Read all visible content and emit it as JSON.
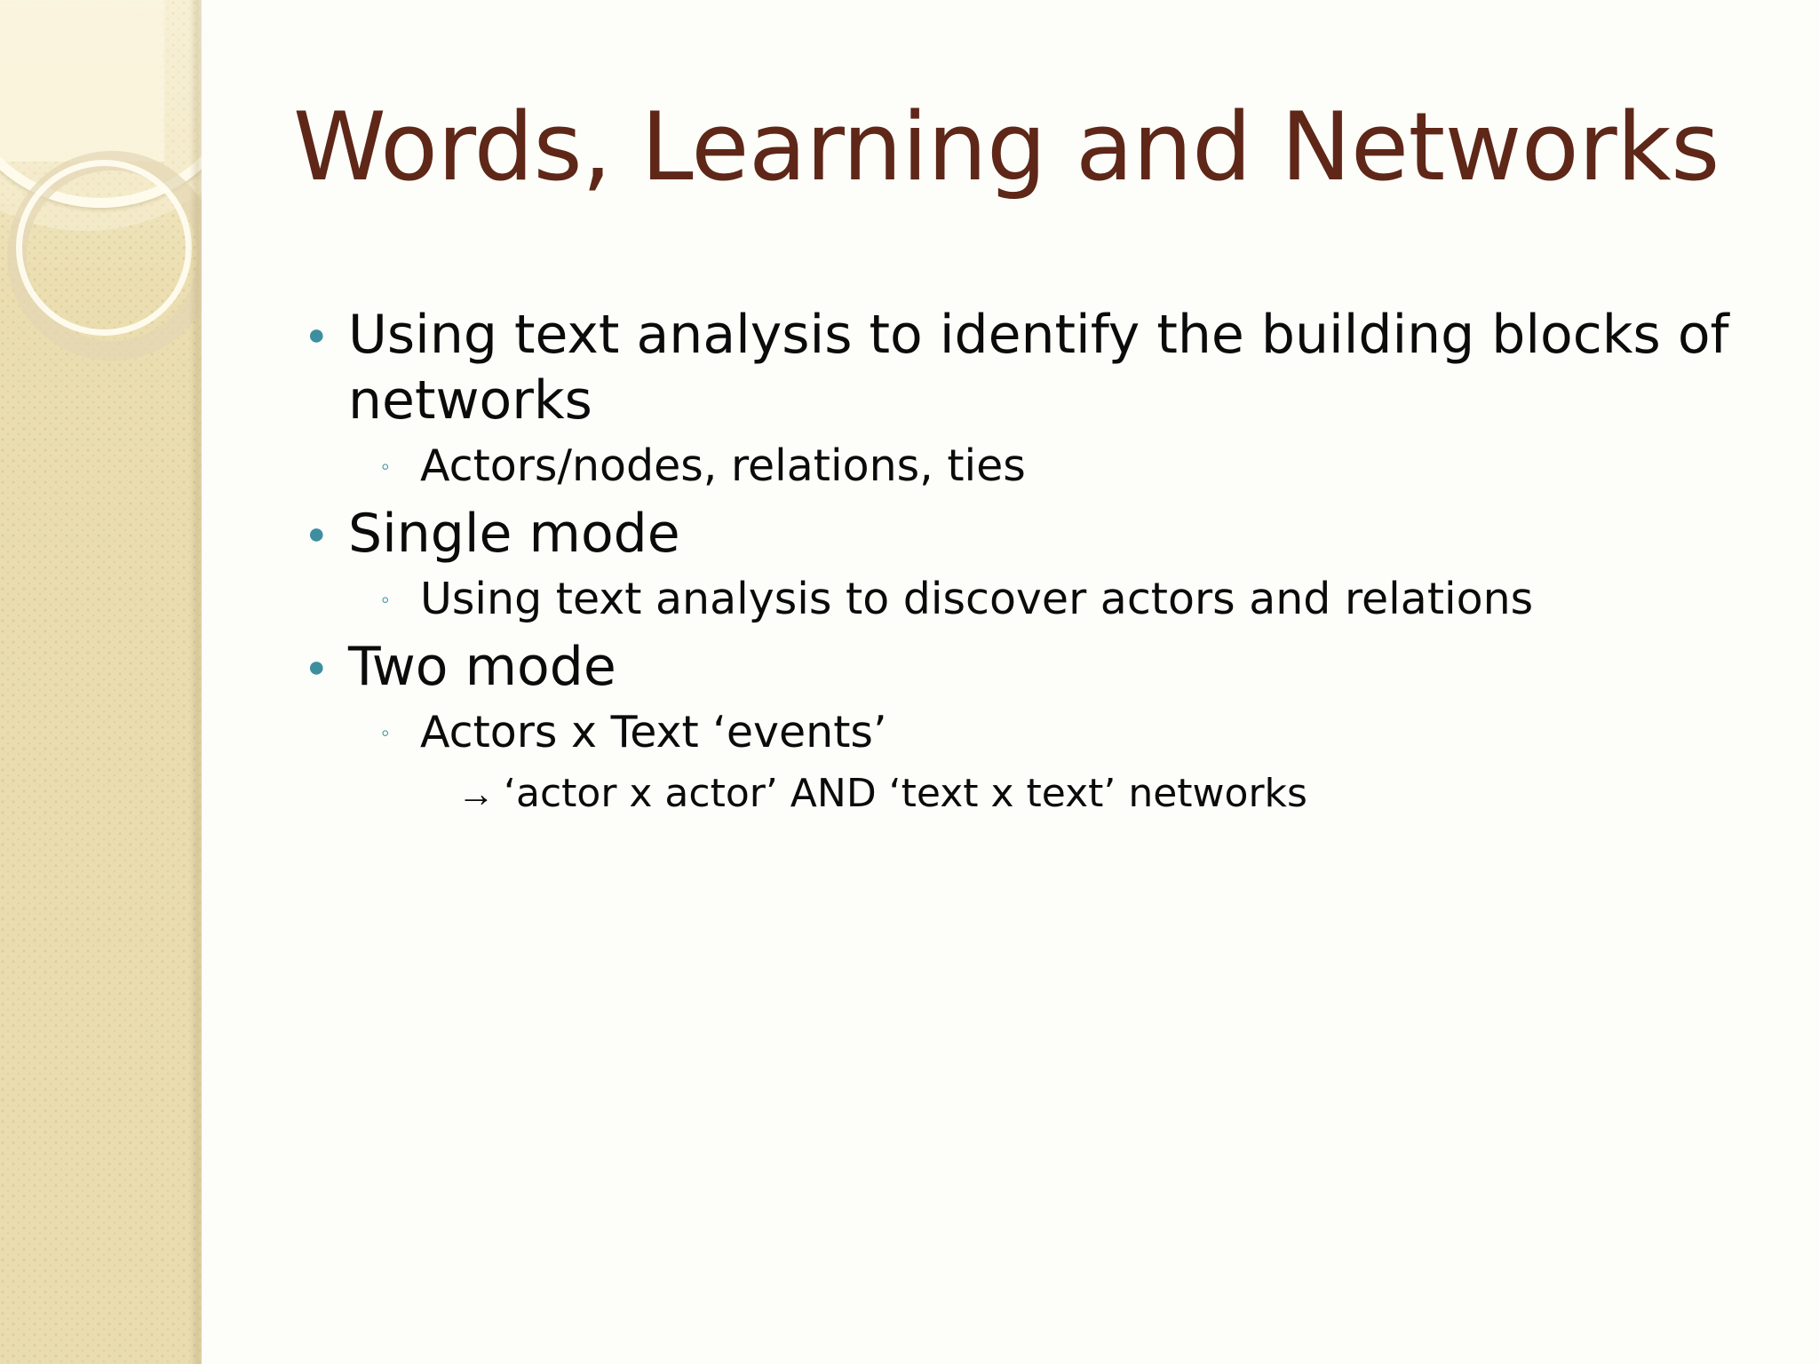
{
  "slide": {
    "title": "Words, Learning and Networks",
    "title_color": "#5E2718",
    "background_color": "#FDFEF9",
    "accent_color": "#3D8FA0",
    "body_text_color": "#0B0B0B",
    "sidebar": {
      "name": "decorative-sidebar",
      "background_color": "#E9DCAF",
      "ring_color": "#FFFCED"
    },
    "bullets": {
      "level1_glyph": "●",
      "level2_glyph": "◦",
      "level3_glyph": "→"
    },
    "content": [
      {
        "level": 1,
        "text": "Using text analysis to identify the building blocks of networks"
      },
      {
        "level": 2,
        "text": "Actors/nodes, relations, ties"
      },
      {
        "level": 1,
        "text": "Single mode"
      },
      {
        "level": 2,
        "text": "Using text analysis to discover actors and relations"
      },
      {
        "level": 1,
        "text": "Two mode"
      },
      {
        "level": 2,
        "text": "Actors x Text ‘events’"
      },
      {
        "level": 3,
        "text": "‘actor x actor’ AND ‘text x text’ networks"
      }
    ]
  }
}
